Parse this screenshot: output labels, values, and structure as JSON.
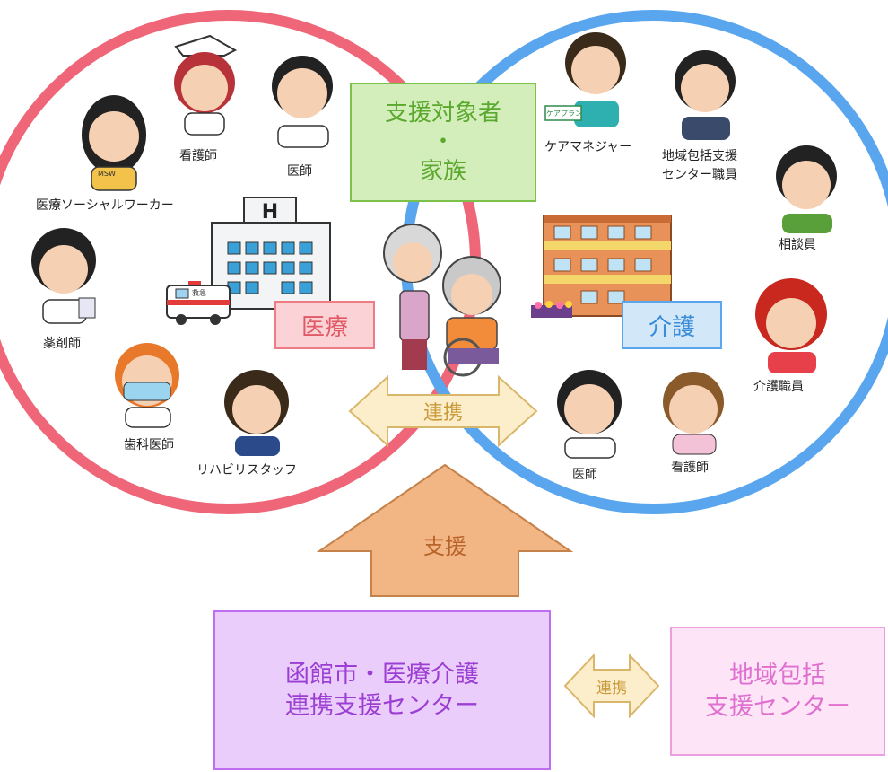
{
  "circles": {
    "medical": {
      "color": "#ee6677"
    },
    "care": {
      "color": "#5aa6ee"
    }
  },
  "center_box": {
    "line1": "支援対象者",
    "line2": "・",
    "line3": "家族"
  },
  "medical_tag": "医療",
  "care_tag": "介護",
  "collab_arrow": "連携",
  "support_arrow": "支援",
  "main_center": {
    "line1": "函館市・医療介護",
    "line2": "連携支援センター"
  },
  "small_collab": "連携",
  "regional_center": {
    "line1": "地域包括",
    "line2": "支援センター"
  },
  "people": {
    "medical_social_worker": "医療ソーシャルワーカー",
    "nurse_top": "看護師",
    "doctor_top": "医師",
    "pharmacist": "薬剤師",
    "dentist": "歯科医師",
    "rehab_staff": "リハビリスタッフ",
    "care_manager": "ケアマネジャー",
    "regional_staff_line1": "地域包括支援",
    "regional_staff_line2": "センター職員",
    "counselor": "相談員",
    "care_worker": "介護職員",
    "doctor_bottom": "医師",
    "nurse_bottom": "看護師"
  },
  "hospital_sign": "H",
  "ambulance_label": "救急",
  "card_label": "ケアプラン",
  "badge_label": "MSW"
}
